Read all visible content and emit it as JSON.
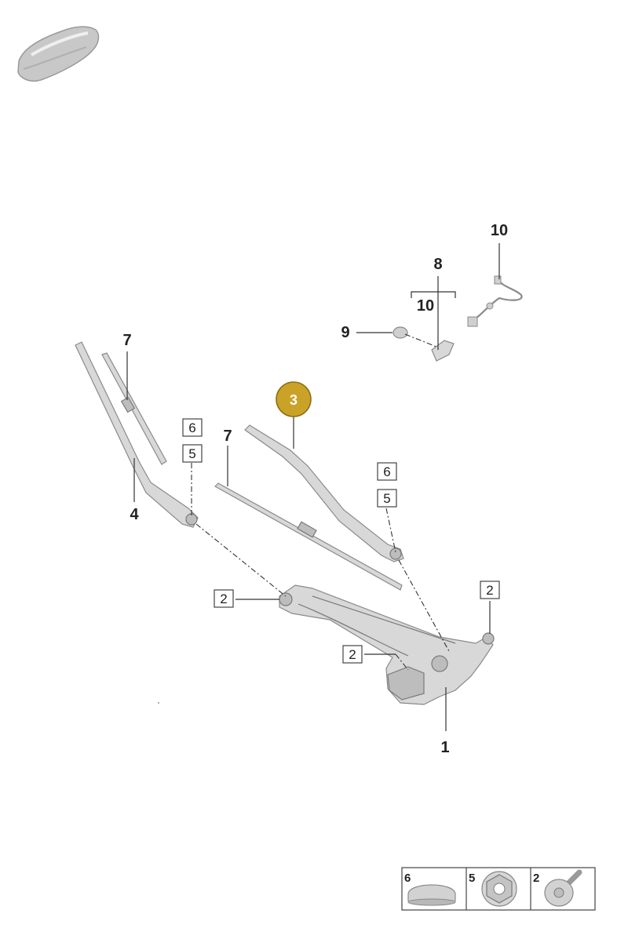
{
  "callouts": {
    "c1": "1",
    "c2a": "2",
    "c2b": "2",
    "c2c": "2",
    "c3": "3",
    "c4": "4",
    "c5a": "5",
    "c5b": "5",
    "c6a": "6",
    "c6b": "6",
    "c7a": "7",
    "c7b": "7",
    "c8": "8",
    "c9": "9",
    "c10a": "10",
    "c10b": "10"
  },
  "legend": {
    "item6": "6",
    "item5": "5",
    "item2": "2"
  },
  "colors": {
    "highlight": "#c9a227",
    "highlight_border": "#8a6d12",
    "part_fill": "#d8d8d8"
  }
}
